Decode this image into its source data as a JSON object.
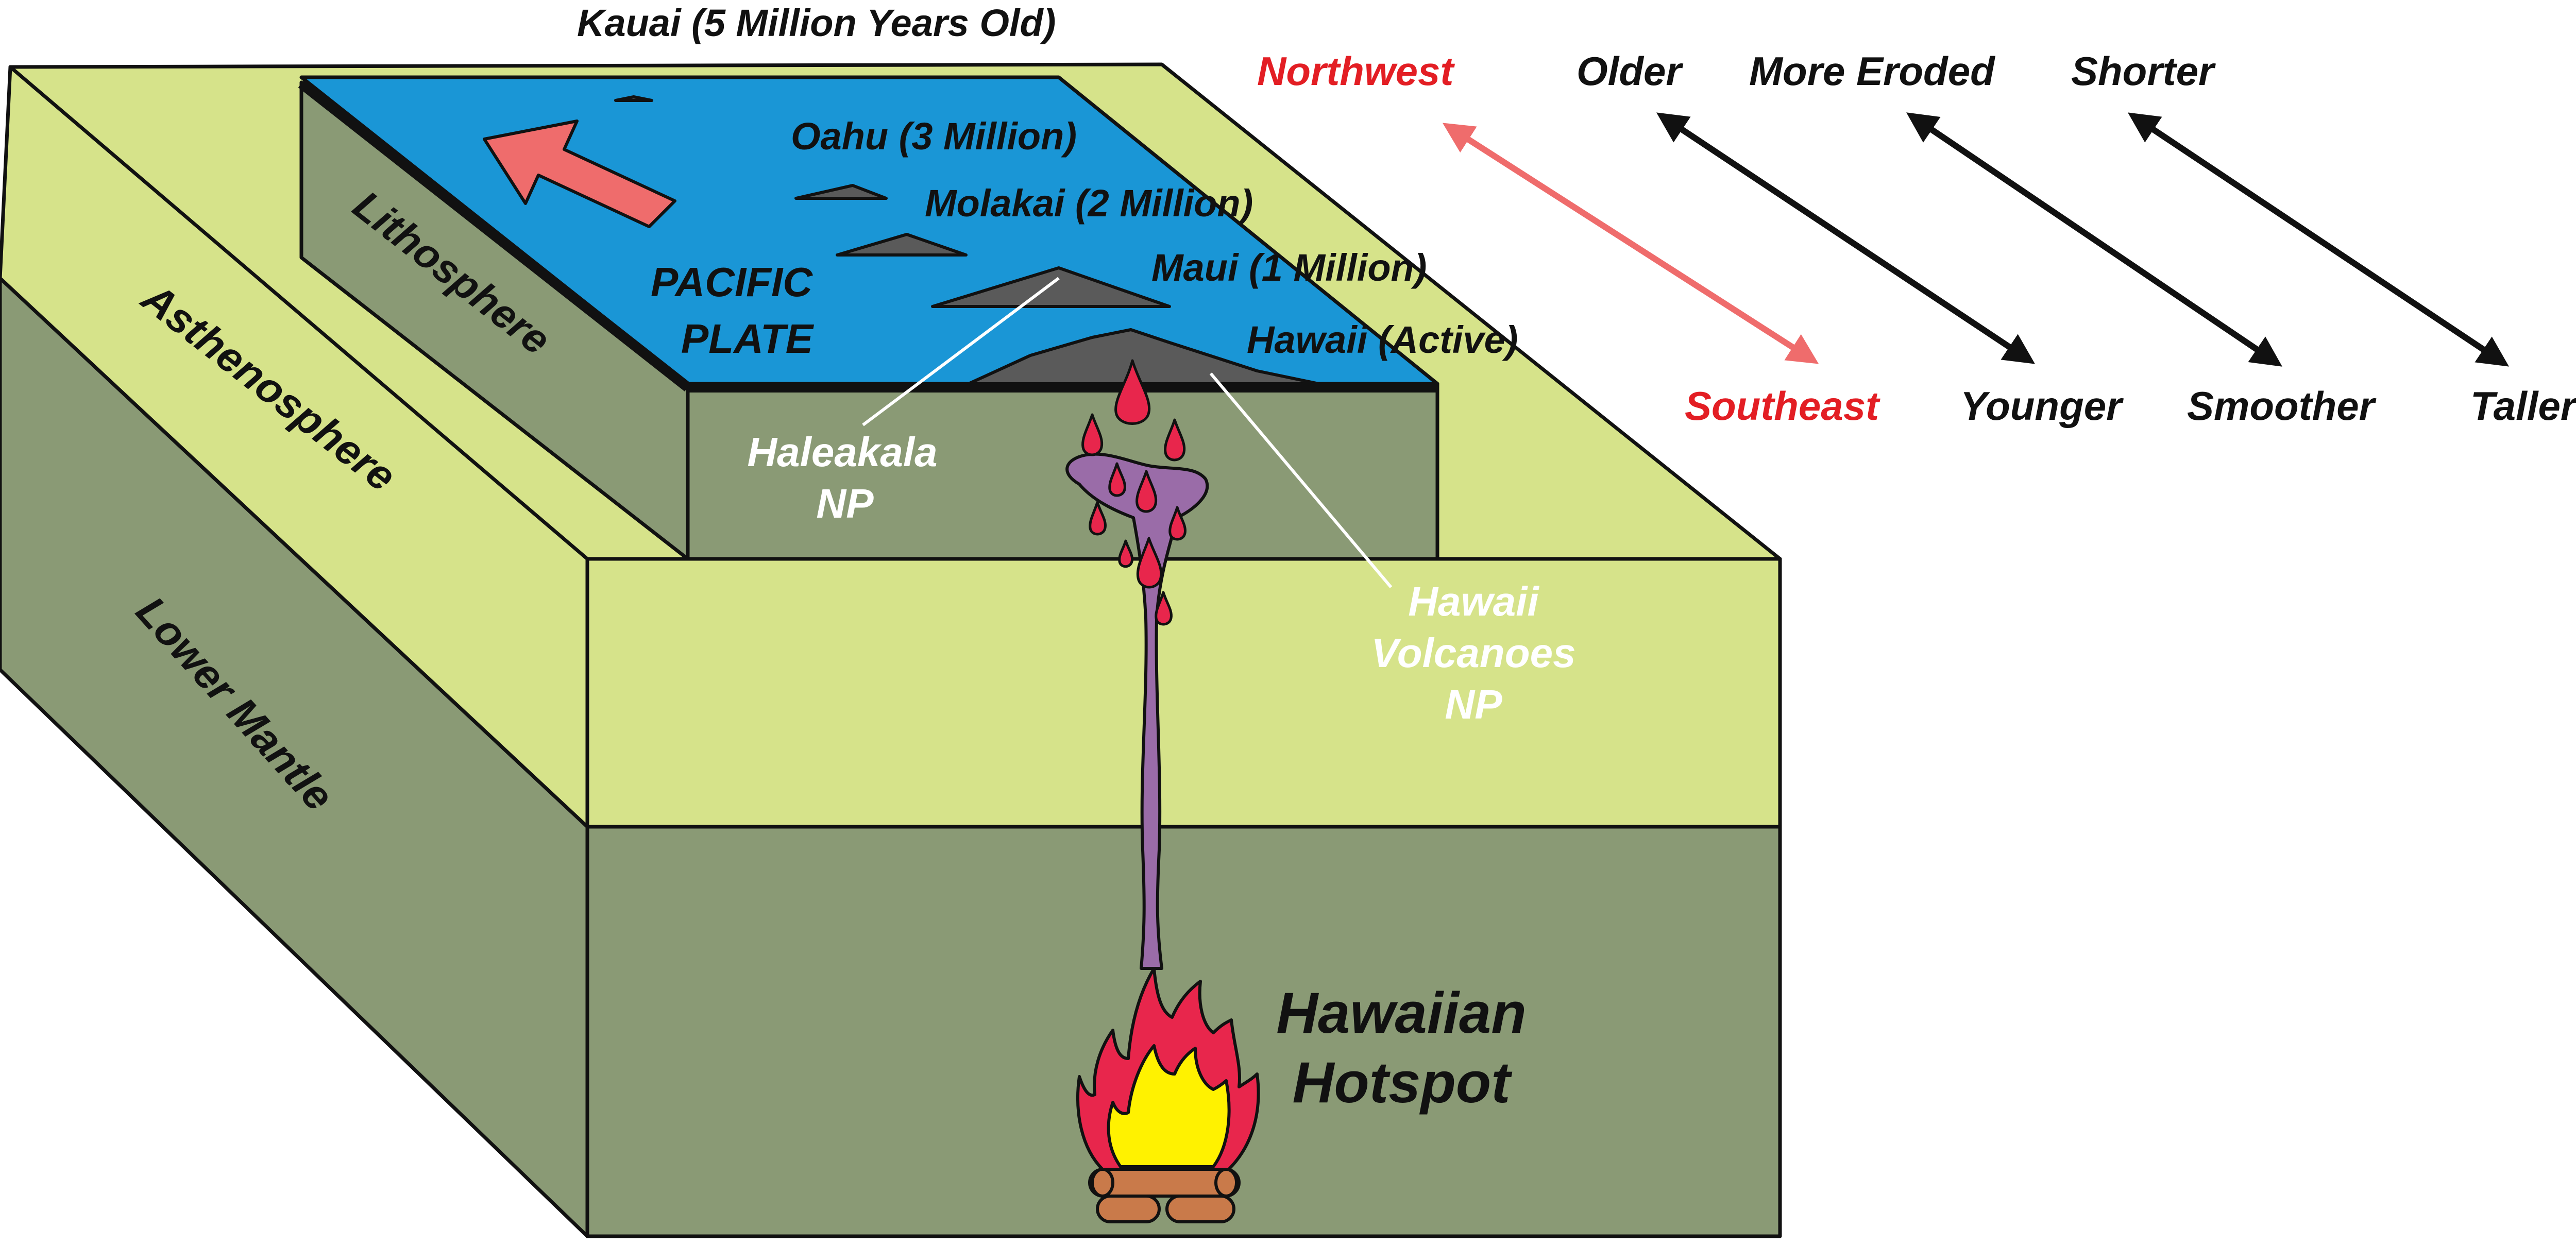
{
  "colors": {
    "green_dark": "#8A9A75",
    "green_light": "#D6E38A",
    "ocean": "#1A96D6",
    "volcano": "#5A5A5A",
    "magma_purple": "#9A6CA8",
    "drop_red": "#E8264C",
    "arrow_salmon": "#EF6C6C",
    "text_red": "#E31E24",
    "text_black": "#111111",
    "text_white": "#FFFFFF",
    "flame_yellow": "#FFF200",
    "log_brown": "#C97A4A"
  },
  "layers": {
    "lithosphere": "Lithosphere",
    "asthenosphere": "Asthenosphere",
    "lower_mantle": "Lower Mantle"
  },
  "plate": {
    "line1": "PACIFIC",
    "line2": "PLATE"
  },
  "islands": {
    "kauai": "Kauai (5 Million Years Old)",
    "oahu": "Oahu (3 Million)",
    "molakai": "Molakai (2 Million)",
    "maui": "Maui (1 Million)",
    "hawaii": "Hawaii (Active)"
  },
  "parks": {
    "haleakala_1": "Haleakala",
    "haleakala_2": "NP",
    "volcanoes_1": "Hawaii",
    "volcanoes_2": "Volcanoes",
    "volcanoes_3": "NP"
  },
  "hotspot": {
    "line1": "Hawaiian",
    "line2": "Hotspot"
  },
  "legend": {
    "northwest": "Northwest",
    "southeast": "Southeast",
    "older": "Older",
    "younger": "Younger",
    "more_eroded": "More Eroded",
    "smoother": "Smoother",
    "shorter": "Shorter",
    "taller": "Taller"
  }
}
